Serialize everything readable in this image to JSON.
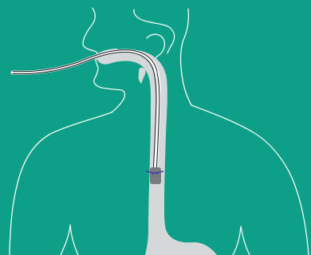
{
  "diagram": {
    "colors": {
      "background": "#0e9f88",
      "body_outline": "#f2fbf8",
      "esophagus": "#d4d8d8",
      "probe_sheath": "#f8f8f8",
      "probe_wire": "#1b1f22",
      "device": "#767b80",
      "device_bands": "#4c3fa7"
    },
    "elements": [
      "head-outline",
      "neck-outline",
      "torso-outline",
      "esophagus-tube",
      "feeding-probe",
      "esophageal-device"
    ]
  }
}
